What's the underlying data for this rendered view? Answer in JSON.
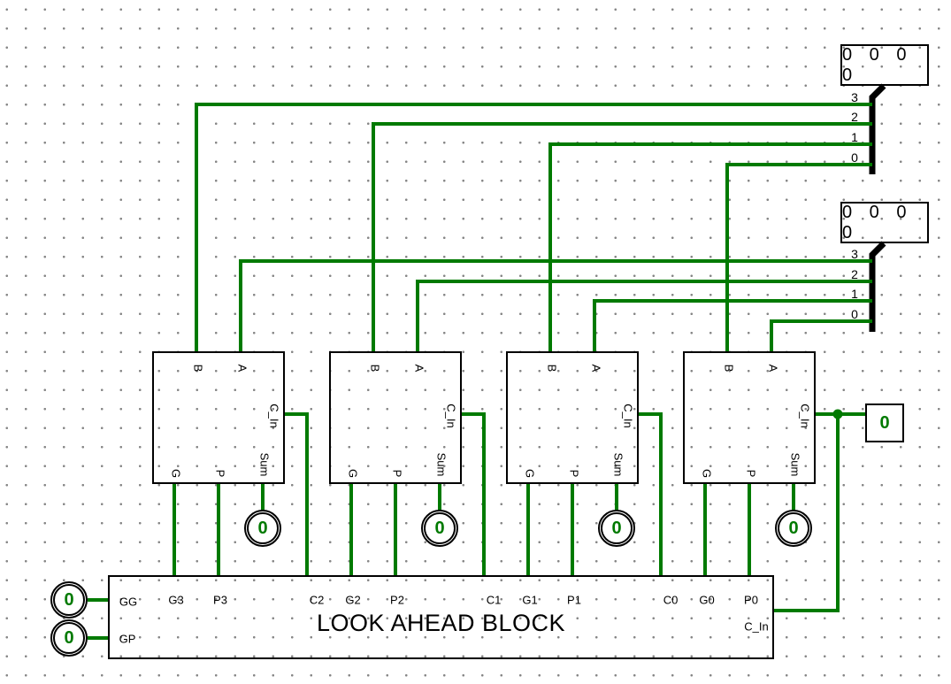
{
  "colors": {
    "wire_green": "#007A00",
    "component_black": "#000000",
    "grid_dot": "#868686",
    "background": "#ffffff"
  },
  "input_pins": {
    "b_vector": {
      "value": "0 0 0 0"
    },
    "a_vector": {
      "value": "0 0 0 0"
    },
    "carry_in": {
      "value": "0"
    }
  },
  "splitters": {
    "bit_labels": [
      "3",
      "2",
      "1",
      "0"
    ]
  },
  "adders": {
    "pin_labels": {
      "b": "B",
      "a": "A",
      "cin": "C_In",
      "sum": "Sum",
      "g": "G",
      "p": "P"
    }
  },
  "probes": {
    "sum3": "0",
    "sum2": "0",
    "sum1": "0",
    "sum0": "0",
    "gg": "0",
    "gp": "0"
  },
  "lookahead_block": {
    "title": "LOOK AHEAD BLOCK",
    "pins": {
      "gg": "GG",
      "gp": "GP",
      "g3": "G3",
      "p3": "P3",
      "c2": "C2",
      "g2": "G2",
      "p2": "P2",
      "c1": "C1",
      "g1": "G1",
      "p1": "P1",
      "c0": "C0",
      "g0": "G0",
      "p0": "P0",
      "cin": "C_In"
    }
  }
}
